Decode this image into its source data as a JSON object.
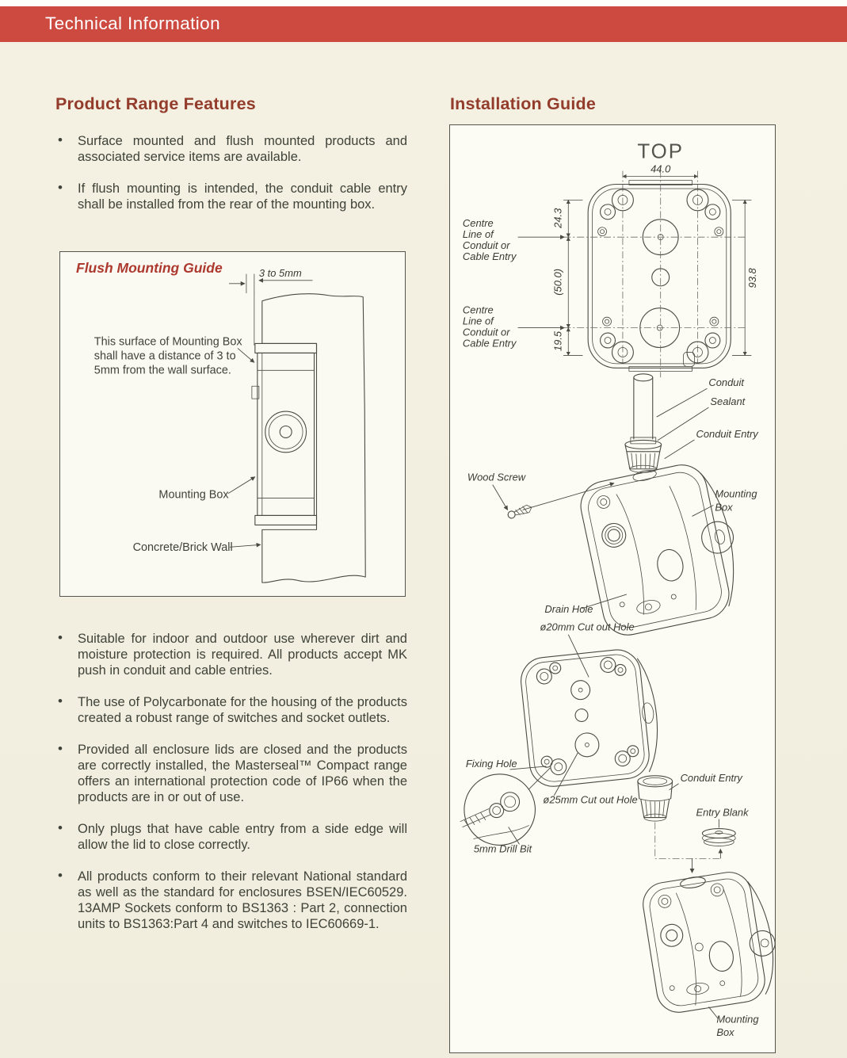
{
  "header": {
    "title": "Technical Information",
    "bar_color": "#CC4A40"
  },
  "left": {
    "heading": "Product Range Features",
    "bullets_top": [
      "Surface mounted and flush mounted products and associated service items are available.",
      "If flush mounting is intended, the conduit cable entry shall be installed from the rear of the mounting box."
    ],
    "flush_guide": {
      "title": "Flush Mounting Guide",
      "dim_label": "3 to 5mm",
      "note_lines": [
        "This surface of Mounting Box",
        "shall have a distance of 3 to",
        "5mm from the wall surface."
      ],
      "mounting_box_label": "Mounting Box",
      "wall_label": "Concrete/Brick Wall"
    },
    "bullets_bottom": [
      "Suitable for indoor and outdoor use wherever dirt and moisture protection is required. All products accept MK push in conduit and cable entries.",
      "The use of Polycarbonate for the housing of the products created a robust range of switches and socket outlets.",
      "Provided all enclosure lids are closed and the products are correctly installed, the Masterseal™ Compact range offers an international protection code of IP66 when the products are in or out of use.",
      "Only plugs that have cable entry from a side edge will allow the lid to close correctly.",
      "All products conform to their relevant National standard as well as the standard for enclosures BSEN/IEC60529. 13AMP Sockets conform to BS1363 : Part 2, connection units to BS1363:Part 4 and switches to IEC60669-1."
    ]
  },
  "right": {
    "heading": "Installation Guide",
    "top_view": {
      "title": "TOP",
      "dim_width": "44.0",
      "dim_top": "24.3",
      "dim_mid": "(50.0)",
      "dim_bottom": "19.5",
      "dim_height": "93.8",
      "centre_label_1": [
        "Centre",
        "Line of",
        "Conduit or",
        "Cable Entry"
      ],
      "centre_label_2": [
        "Centre",
        "Line of",
        "Conduit or",
        "Cable Entry"
      ]
    },
    "exploded": {
      "conduit": "Conduit",
      "sealant": "Sealant",
      "conduit_entry": "Conduit Entry",
      "wood_screw": "Wood Screw",
      "mounting_line1": "Mounting",
      "mounting_line2": "Box",
      "drain_hole": "Drain Hole",
      "cutout_20": "ø20mm Cut out Hole"
    },
    "back_view": {
      "fixing_hole": "Fixing Hole",
      "cutout_25": "ø25mm Cut out Hole",
      "conduit_entry": "Conduit Entry",
      "entry_blank": "Entry Blank",
      "drill_bit": "5mm Drill Bit"
    },
    "bottom_box": {
      "mounting_line1": "Mounting",
      "mounting_line2": "Box"
    }
  }
}
